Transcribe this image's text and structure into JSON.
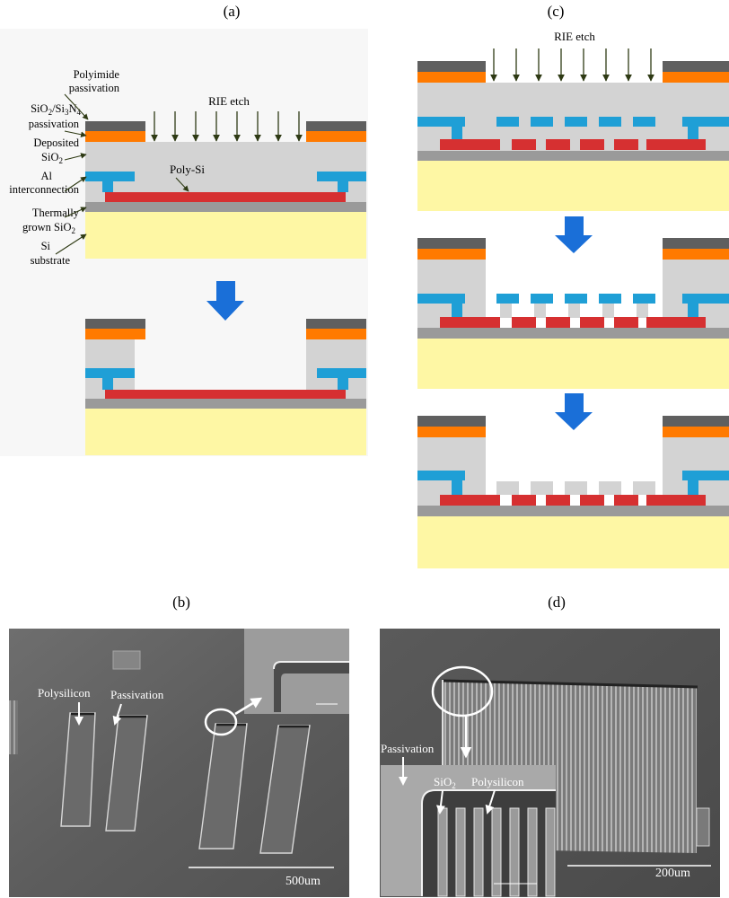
{
  "panels": {
    "a": {
      "label": "(a)",
      "etch_label": "RIE etch",
      "polysi_label": "Poly-Si",
      "layer_labels": {
        "polyimide_l1": "Polyimide",
        "polyimide_l2": "passivation",
        "passiv_l1a": "SiO",
        "passiv_l1b": "2",
        "passiv_l1c": "/Si",
        "passiv_l1d": "3",
        "passiv_l1e": "N",
        "passiv_l1f": "4",
        "passiv_l2": "passivation",
        "deposited_l1": "Deposited",
        "deposited_l2a": "SiO",
        "deposited_l2b": "2",
        "al_l1": "Al",
        "al_l2": "interconnection",
        "thermal_l1": "Thermally",
        "thermal_l2a": "grown SiO",
        "thermal_l2b": "2",
        "si_l1": "Si",
        "si_l2": "substrate"
      }
    },
    "b": {
      "label": "(b)",
      "polysilicon_label": "Polysilicon",
      "passivation_label": "Passivation",
      "scale_label": "500um"
    },
    "c": {
      "label": "(c)",
      "etch_label": "RIE etch"
    },
    "d": {
      "label": "(d)",
      "passivation_label": "Passivation",
      "sio2_label_a": "SiO",
      "sio2_label_b": "2",
      "polysilicon_label": "Polysilicon",
      "scale_label": "200um"
    }
  },
  "colors": {
    "polyimide": "#5f5f5f",
    "passivation": "#ff7a00",
    "sio2": "#d3d3d3",
    "aluminum": "#1f9fd6",
    "polysi": "#d63031",
    "thermal_oxide": "#9a9a9a",
    "substrate": "#fef7a4",
    "arrow_blue": "#1a6fd8",
    "etch_arrow": "#2e3a14"
  }
}
